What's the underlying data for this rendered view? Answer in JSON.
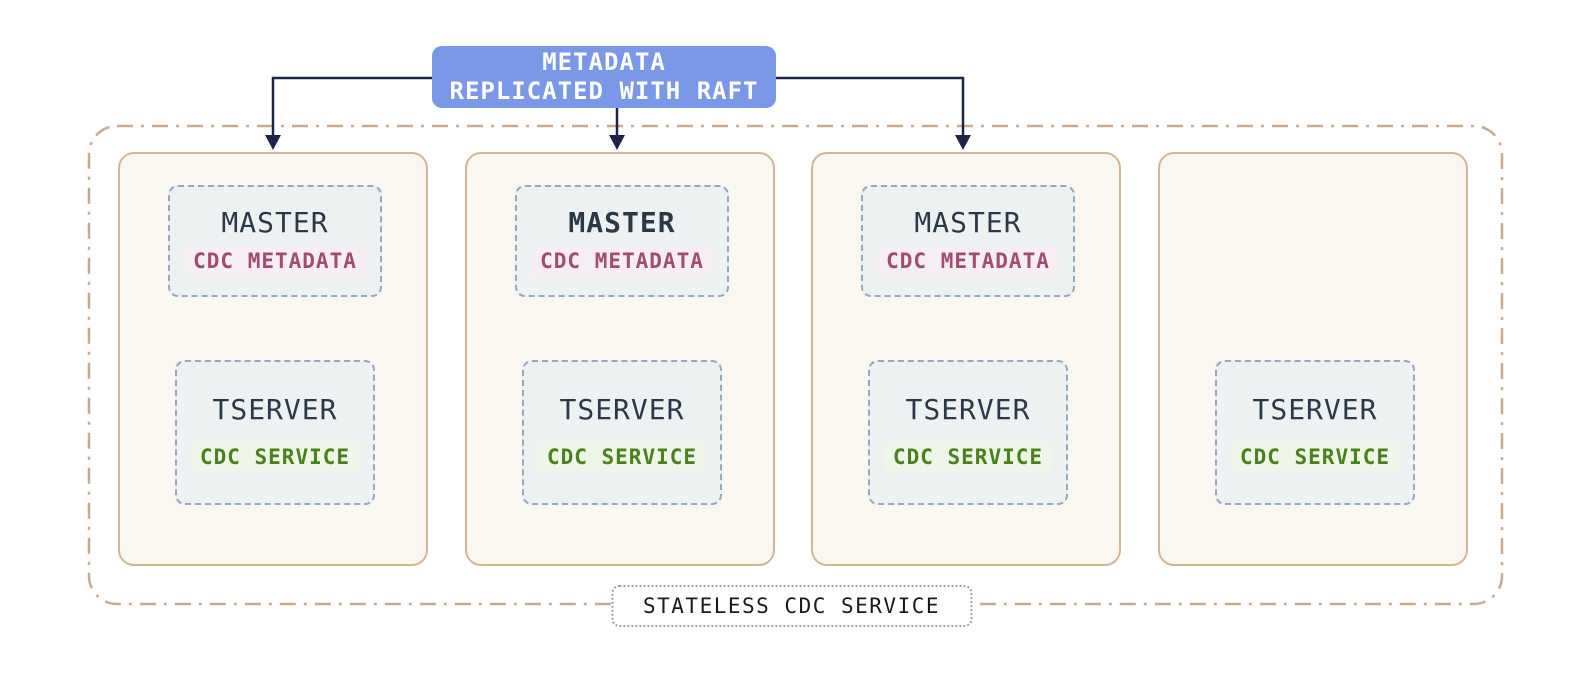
{
  "diagram": {
    "title_box": {
      "line1": "METADATA",
      "line2": "REPLICATED WITH RAFT"
    },
    "outer_label": "STATELESS CDC SERVICE",
    "nodes": [
      {
        "master": {
          "label": "MASTER",
          "emphasis": "normal",
          "badge": "CDC METADATA"
        },
        "tserver": {
          "label": "TSERVER",
          "badge": "CDC SERVICE"
        }
      },
      {
        "master": {
          "label": "MASTER",
          "emphasis": "bold",
          "badge": "CDC METADATA"
        },
        "tserver": {
          "label": "TSERVER",
          "badge": "CDC SERVICE"
        }
      },
      {
        "master": {
          "label": "MASTER",
          "emphasis": "normal",
          "badge": "CDC METADATA"
        },
        "tserver": {
          "label": "TSERVER",
          "badge": "CDC SERVICE"
        }
      },
      {
        "master": null,
        "tserver": {
          "label": "TSERVER",
          "badge": "CDC SERVICE"
        }
      }
    ],
    "arrows": {
      "count": 3,
      "targets": [
        "node-1",
        "node-2",
        "node-3"
      ]
    },
    "colors": {
      "raft_box_bg": "#7B97E8",
      "raft_box_text": "#FFFFFF",
      "arrow": "#1D2448",
      "outer_boundary": "#C8AA8E",
      "node_border": "#D4B596",
      "node_bg": "#FAF6F0",
      "inner_border": "#93A8C1",
      "inner_bg": "#EDF1F2",
      "role_text": "#2B3848",
      "metadata_badge_text": "#A34A75",
      "metadata_badge_bg": "#F7EEF3",
      "service_badge_text": "#4A801D",
      "service_badge_bg": "#EEF7E7",
      "stateless_label_text": "#1A1A1A"
    }
  }
}
